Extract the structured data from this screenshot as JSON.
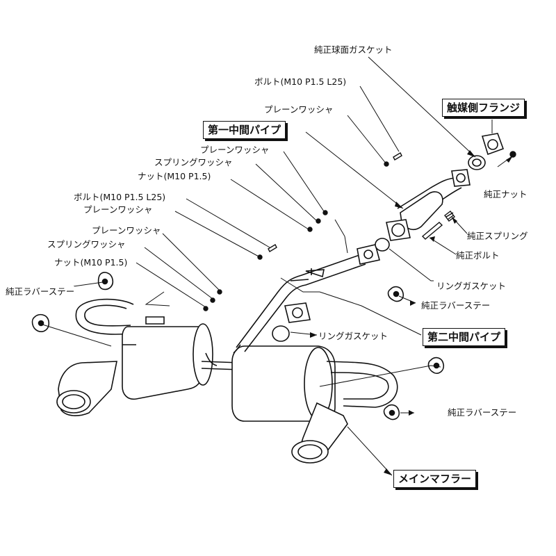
{
  "labels": {
    "spherical_gasket": "純正球面ガスケット",
    "bolt_top": "ボルト(M10 P1.5 L25)",
    "plain_washer_top": "プレーンワッシャ",
    "cat_flange": "触媒側フランジ",
    "first_mid_pipe": "第一中間パイプ",
    "plain_washer_2": "プレーンワッシャ",
    "spring_washer_2": "スプリングワッシャ",
    "nut_2": "ナット(M10 P1.5)",
    "genuine_nut": "純正ナット",
    "bolt_2": "ボルト(M10 P1.5 L25)",
    "plain_washer_3": "プレーンワッシャ",
    "genuine_spring": "純正スプリング",
    "plain_washer_4": "プレーンワッシャ",
    "spring_washer_4": "スプリングワッシャ",
    "nut_4": "ナット(M10 P1.5)",
    "genuine_bolt": "純正ボルト",
    "genuine_rubber_stay_left": "純正ラバーステー",
    "ring_gasket_1": "リングガスケット",
    "genuine_rubber_stay_mid": "純正ラバーステー",
    "second_mid_pipe": "第二中間パイプ",
    "ring_gasket_2": "リングガスケット",
    "genuine_rubber_stay_right": "純正ラバーステー",
    "main_muffler": "メインマフラー"
  }
}
